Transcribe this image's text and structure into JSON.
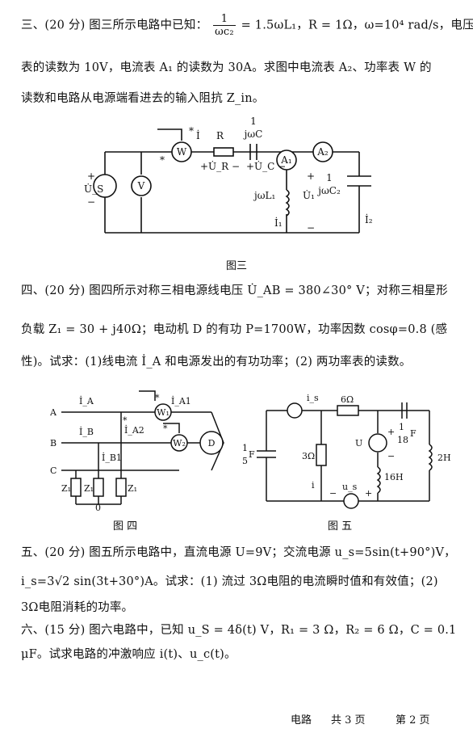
{
  "q3": {
    "prefix": "三、(20 分) 图三所示电路中已知：",
    "frac_num": "1",
    "frac_den": "ωc₂",
    "given": "= 1.5ωL₁，R = 1Ω，ω=10⁴ rad/s，电压",
    "line2": "表的读数为 10V，电流表 A₁ 的读数为 30A。求图中电流表 A₂、功率表 W 的",
    "line3": "读数和电路从电源端看进去的输入阻抗 Z_in。"
  },
  "fig3": {
    "caption": "图三",
    "labels": {
      "W": "W",
      "V": "V",
      "A1": "A₁",
      "A2": "A₂",
      "I": "İ",
      "R": "R",
      "Cfrac_num": "1",
      "Cfrac_den": "jωC",
      "UR": "+U̇_R −",
      "UC": "+U̇_C −",
      "Us": "U̇_S",
      "plus": "+",
      "minus": "−",
      "jwL1": "jωL₁",
      "U1": "U̇₁",
      "I1": "İ₁",
      "C2_num": "1",
      "C2_den": "jωC₂",
      "I2": "İ₂",
      "star": "*"
    }
  },
  "q4": {
    "line1": "四、(20 分) 图四所示对称三相电源线电压 U̇_AB = 380∠30° V；对称三相星形",
    "line2": "负载 Z₁ = 30 + j40Ω；电动机 D 的有功 P=1700W，功率因数 cosφ=0.8 (感",
    "line3": "性)。试求：(1)线电流 İ_A 和电源发出的有功功率；(2) 两功率表的读数。"
  },
  "fig4": {
    "caption": "图 四",
    "labels": {
      "A": "A",
      "B": "B",
      "C": "C",
      "iA": "İ_A",
      "iB": "İ_B",
      "iA1": "İ_A1",
      "iA2": "İ_A2",
      "iB1": "İ_B1",
      "W1": "W₁",
      "W2": "W₂",
      "D": "D",
      "Z1": "Z₁",
      "zero": "0",
      "star": "*"
    }
  },
  "fig5": {
    "caption": "图 五",
    "labels": {
      "is": "i_s",
      "six_ohm": "6Ω",
      "three_ohm": "3Ω",
      "cap_num": "1",
      "cap_den": "18",
      "F": "F",
      "left_num": "1",
      "left_den": "5",
      "U": "U",
      "h16": "16H",
      "h2": "2H",
      "i": "i",
      "us": "u_s",
      "plus": "+",
      "minus": "−"
    }
  },
  "q5": {
    "line1": "五、(20 分) 图五所示电路中，直流电源 U=9V；交流电源 u_s=5sin(t+90°)V，",
    "line2": "i_s=3√2 sin(3t+30°)A。试求：(1) 流过 3Ω电阻的电流瞬时值和有效值；(2)",
    "line3": "3Ω电阻消耗的功率。"
  },
  "q6": {
    "line1": "六、(15 分) 图六电路中，已知 u_S = 4δ(t) V，R₁ = 3 Ω，R₂ = 6 Ω，C = 0.1",
    "line2": "μF。试求电路的冲激响应 i(t)、u_c(t)。"
  },
  "footer": {
    "subject": "电路",
    "total": "共 3 页",
    "page": "第 2 页"
  }
}
